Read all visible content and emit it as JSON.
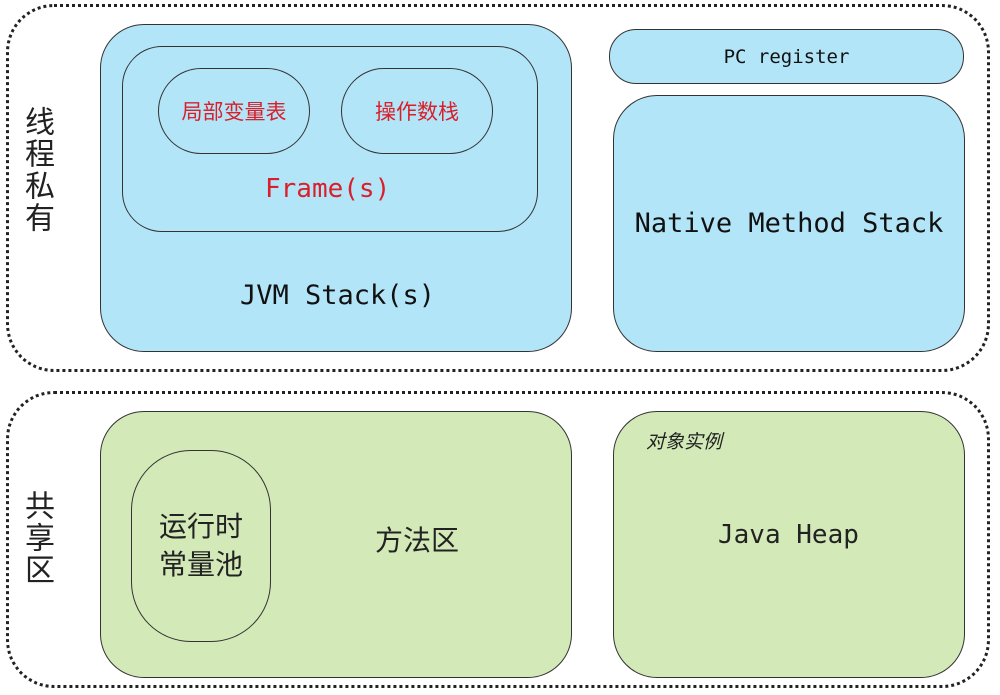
{
  "thread_private": {
    "label": "线程私有",
    "jvm_stack": {
      "label": "JVM Stack(s)",
      "frame": {
        "label": "Frame(s)",
        "local_var_table": "局部变量表",
        "operand_stack": "操作数栈"
      }
    },
    "pc_register": "PC register",
    "native_method_stack": "Native Method Stack"
  },
  "shared": {
    "label": "共享区",
    "method_area": {
      "label": "方法区",
      "runtime_constant_pool": "运行时\n常量池"
    },
    "heap": {
      "caption": "对象实例",
      "label": "Java Heap"
    }
  },
  "colors": {
    "stack_fill": "#b3e5f8",
    "shared_fill": "#d3e9b8",
    "frame_text": "#d9202a"
  }
}
